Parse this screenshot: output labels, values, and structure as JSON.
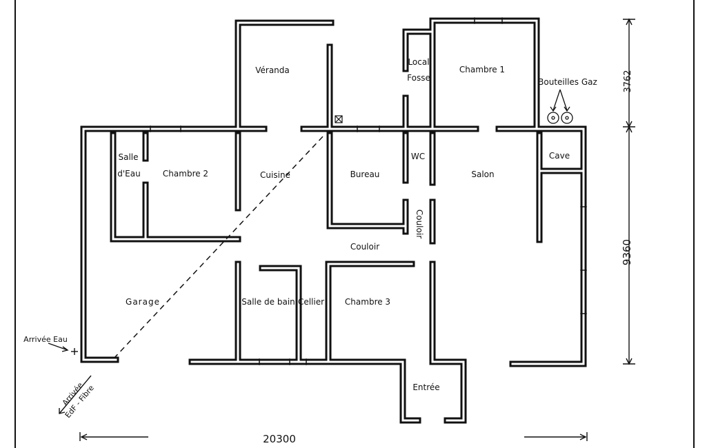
{
  "rooms": {
    "veranda": "Véranda",
    "local_fosse_1": "Local",
    "local_fosse_2": "Fosse",
    "chambre_1": "Chambre 1",
    "bouteilles_gaz": "Bouteilles Gaz",
    "salle_deau_1": "Salle",
    "salle_deau_2": "d'Eau",
    "chambre_2": "Chambre 2",
    "cuisine": "Cuisine",
    "bureau": "Bureau",
    "wc": "WC",
    "salon": "Salon",
    "cave": "Cave",
    "couloir_vertical": "Couloir",
    "couloir": "Couloir",
    "garage": "Garage",
    "salle_de_bain": "Salle de bain",
    "cellier": "Cellier",
    "chambre_3": "Chambre 3",
    "entree": "Entrée"
  },
  "annotations": {
    "arrivee_eau": "Arrivée Eau",
    "arrivee_1": "Arrivée",
    "arrivee_2": "EdF - Fibre"
  },
  "dimensions": {
    "width": "20300",
    "height_main": "9360",
    "height_top": "3762"
  },
  "colors": {
    "ink": "#111111",
    "paper": "#ffffff"
  }
}
